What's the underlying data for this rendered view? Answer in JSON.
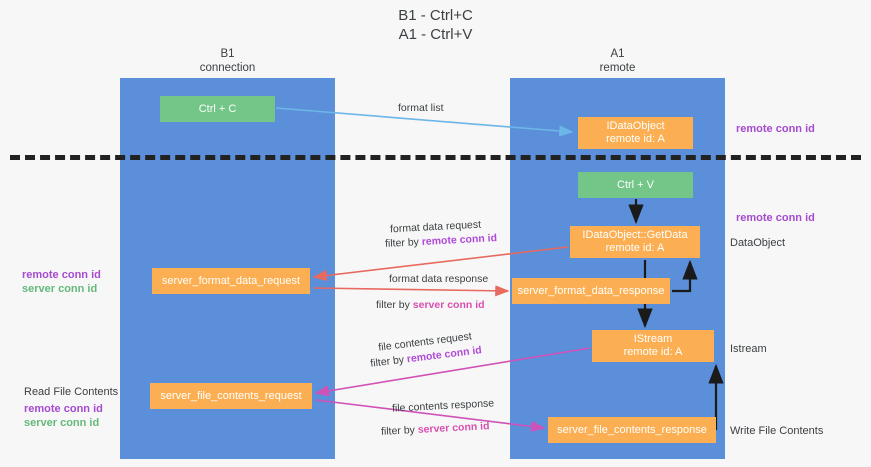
{
  "title": {
    "line1": "B1 - Ctrl+C",
    "line2": "A1 - Ctrl+V"
  },
  "lanes": [
    {
      "name": "B1",
      "sub": "connection",
      "color": "#5b8fd9"
    },
    {
      "name": "A1",
      "sub": "remote",
      "color": "#5b8fd9"
    }
  ],
  "nodes": {
    "ctrl_c": {
      "line1": "Ctrl + C",
      "line2": "",
      "color": "#73c687"
    },
    "dataobject": {
      "line1": "IDataObject",
      "line2": "remote id: A",
      "color": "#fbaf52"
    },
    "ctrl_v": {
      "line1": "Ctrl + V",
      "line2": "",
      "color": "#73c687"
    },
    "getdata": {
      "line1": "IDataObject::GetData",
      "line2": "remote id: A",
      "color": "#fbaf52"
    },
    "fmt_request": {
      "line1": "server_format_data_request",
      "line2": "",
      "color": "#fbaf52"
    },
    "fmt_response": {
      "line1": "server_format_data_response",
      "line2": "",
      "color": "#fbaf52"
    },
    "istream": {
      "line1": "IStream",
      "line2": "remote id: A",
      "color": "#fbaf52"
    },
    "file_request": {
      "line1": "server_file_contents_request",
      "line2": "",
      "color": "#fbaf52"
    },
    "file_response": {
      "line1": "server_file_contents_response",
      "line2": "",
      "color": "#fbaf52"
    }
  },
  "edge_labels": {
    "format_list": "format list",
    "fmt_req_main": "format data request",
    "fmt_req_filter_prefix": "filter by ",
    "fmt_req_filter_key": "remote conn id",
    "fmt_resp_main": "format data response",
    "fmt_resp_filter_prefix": "filter by ",
    "fmt_resp_filter_key": "server conn id",
    "file_req_main": "file contents request",
    "file_req_filter_prefix": "filter by ",
    "file_req_filter_key": "remote conn id",
    "file_resp_main": "file contents response",
    "file_resp_filter_prefix": "filter by ",
    "file_resp_filter_key": "server conn id"
  },
  "annotations": {
    "remote_conn_id_top": "remote conn id",
    "remote_conn_id_mid": "remote conn id",
    "dataobject": "DataObject",
    "istream": "Istream",
    "write_file_contents": "Write File Contents",
    "read_file_contents": "Read File Contents",
    "left_remote_conn_id_1": "remote conn id",
    "left_server_conn_id_1": "server conn id",
    "left_remote_conn_id_2": "remote conn id",
    "left_server_conn_id_2": "server conn id"
  },
  "colors": {
    "lane": "#5b8fd9",
    "node_orange": "#fbaf52",
    "node_green": "#73c687",
    "key_remote": "#a64ad0",
    "key_server": "#64b97a",
    "arrow_blue": "#6cb6e8",
    "arrow_red": "#e8695f",
    "arrow_pink": "#cf52b8",
    "arrow_black": "#1a1a1a",
    "separator": "#222222",
    "background": "#f7f7f7"
  }
}
